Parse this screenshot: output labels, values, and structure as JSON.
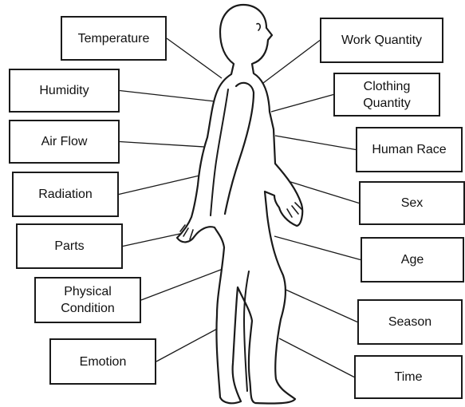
{
  "diagram": {
    "line_color": "#1a1a1a",
    "body_fill": "#ffffff",
    "factors_left": [
      {
        "id": "temperature",
        "label": "Temperature"
      },
      {
        "id": "humidity",
        "label": "Humidity"
      },
      {
        "id": "air-flow",
        "label": "Air Flow"
      },
      {
        "id": "radiation",
        "label": "Radiation"
      },
      {
        "id": "parts",
        "label": "Parts"
      },
      {
        "id": "physical-condition",
        "label": "Physical\nCondition"
      },
      {
        "id": "emotion",
        "label": "Emotion"
      }
    ],
    "factors_right": [
      {
        "id": "work-quantity",
        "label": "Work Quantity"
      },
      {
        "id": "clothing-quantity",
        "label": "Clothing\nQuantity"
      },
      {
        "id": "human-race",
        "label": "Human Race"
      },
      {
        "id": "sex",
        "label": "Sex"
      },
      {
        "id": "age",
        "label": "Age"
      },
      {
        "id": "season",
        "label": "Season"
      },
      {
        "id": "time",
        "label": "Time"
      }
    ]
  }
}
